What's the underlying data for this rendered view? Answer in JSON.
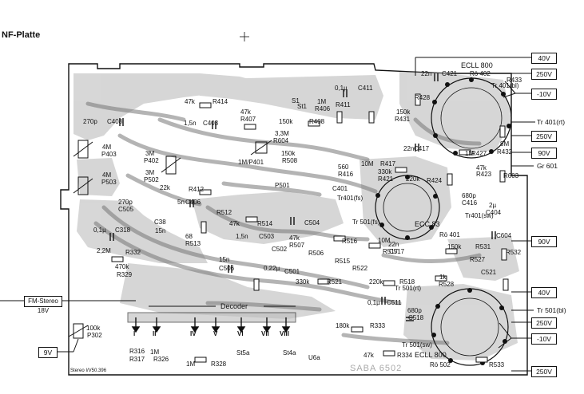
{
  "title": "NF-Platte",
  "board_id": "Stereo I/V50.396",
  "brand": "SABA 6502",
  "supply_labels": {
    "v40_top": "40V",
    "v250_top": "250V",
    "neg10_top": "-10V",
    "tr401rt": "Tr 401(rt)",
    "v250_mid": "250V",
    "v90_top": "90V",
    "gr601": "Gr 601",
    "v90_mid": "90V",
    "v40_mid": "40V",
    "tr501bl": "Tr 501(bl)",
    "v250_low": "250V",
    "neg10_low": "-10V",
    "v250_bottom": "250V",
    "fm_stereo": "FM-Stereo 18V",
    "v9": "9V"
  },
  "tubes": {
    "ecll800_top": "ECLL 800",
    "ro402": "Rö 402",
    "ecc83": "ECC 83",
    "ro401": "Rö 401",
    "ecll800_bottom": "ECLL 800",
    "ro502": "Rö 502"
  },
  "decoder": {
    "label": "Decoder",
    "pins": [
      "I",
      "II",
      "IV",
      "V",
      "VI",
      "VII",
      "VIII"
    ]
  },
  "signals": {
    "st5a": "St5a",
    "st4a": "St4a",
    "u6a": "U6a"
  },
  "components": [
    {
      "id": "c408",
      "text": "C408"
    },
    {
      "id": "v270p",
      "text": "270p"
    },
    {
      "id": "r414v",
      "text": "47k"
    },
    {
      "id": "r414",
      "text": "R414"
    },
    {
      "id": "r407v",
      "text": "47k"
    },
    {
      "id": "r407",
      "text": "R407"
    },
    {
      "id": "c403v",
      "text": "1,5n"
    },
    {
      "id": "c403",
      "text": "C403"
    },
    {
      "id": "st1",
      "text": "St1"
    },
    {
      "id": "s1",
      "text": "S1"
    },
    {
      "id": "r406v",
      "text": "1M"
    },
    {
      "id": "r406",
      "text": "R406"
    },
    {
      "id": "r408v",
      "text": "150k"
    },
    {
      "id": "r408",
      "text": "R408"
    },
    {
      "id": "c411v",
      "text": "0,1µ"
    },
    {
      "id": "c411",
      "text": "C411"
    },
    {
      "id": "r411",
      "text": "R411"
    },
    {
      "id": "r431v",
      "text": "150k"
    },
    {
      "id": "r431",
      "text": "R431"
    },
    {
      "id": "r428",
      "text": "R428"
    },
    {
      "id": "c421v",
      "text": "22n"
    },
    {
      "id": "c421",
      "text": "C421"
    },
    {
      "id": "r433",
      "text": "R433"
    },
    {
      "id": "tr401bl",
      "text": "Tr 401(bl)"
    },
    {
      "id": "p403v",
      "text": "4M"
    },
    {
      "id": "p403",
      "text": "P403"
    },
    {
      "id": "p402v",
      "text": "3M"
    },
    {
      "id": "p402",
      "text": "P402"
    },
    {
      "id": "r604v",
      "text": "3,3M"
    },
    {
      "id": "r604",
      "text": "R604"
    },
    {
      "id": "p401",
      "text": "1M/P401"
    },
    {
      "id": "r508v",
      "text": "150k"
    },
    {
      "id": "r508",
      "text": "R508"
    },
    {
      "id": "r427v",
      "text": "1M"
    },
    {
      "id": "r427",
      "text": "R427"
    },
    {
      "id": "r432v",
      "text": "8M"
    },
    {
      "id": "r432",
      "text": "R432"
    },
    {
      "id": "c417v",
      "text": "22n"
    },
    {
      "id": "c417",
      "text": "C417"
    },
    {
      "id": "r417v",
      "text": "10M"
    },
    {
      "id": "r417",
      "text": "R417"
    },
    {
      "id": "r416v",
      "text": "560"
    },
    {
      "id": "r416",
      "text": "R416"
    },
    {
      "id": "r421v",
      "text": "330k"
    },
    {
      "id": "r421",
      "text": "R421"
    },
    {
      "id": "r424v",
      "text": "220k"
    },
    {
      "id": "r424",
      "text": "R424"
    },
    {
      "id": "r423v",
      "text": "47k"
    },
    {
      "id": "r423",
      "text": "R423"
    },
    {
      "id": "r603",
      "text": "R603"
    },
    {
      "id": "p503v",
      "text": "4M"
    },
    {
      "id": "p503",
      "text": "P503"
    },
    {
      "id": "p502v",
      "text": "3M"
    },
    {
      "id": "p502",
      "text": "P502"
    },
    {
      "id": "r412v",
      "text": "22k"
    },
    {
      "id": "r412",
      "text": "R412"
    },
    {
      "id": "p501",
      "text": "P501"
    },
    {
      "id": "c401",
      "text": "C401"
    },
    {
      "id": "tr401fs",
      "text": "Tr401(fs)"
    },
    {
      "id": "c416v",
      "text": "680p"
    },
    {
      "id": "c416",
      "text": "C416"
    },
    {
      "id": "tr401sw",
      "text": "Tr401(sw)"
    },
    {
      "id": "c406v",
      "text": "5n"
    },
    {
      "id": "c406",
      "text": "C406"
    },
    {
      "id": "c505v",
      "text": "270p"
    },
    {
      "id": "c505",
      "text": "C505"
    },
    {
      "id": "c38",
      "text": "C38"
    },
    {
      "id": "v15n",
      "text": "15n"
    },
    {
      "id": "r512",
      "text": "R512"
    },
    {
      "id": "r514v",
      "text": "47k"
    },
    {
      "id": "r514",
      "text": "R514"
    },
    {
      "id": "c504",
      "text": "C504"
    },
    {
      "id": "tr501fs",
      "text": "Tr 501(fs)"
    },
    {
      "id": "c404v",
      "text": "2µ"
    },
    {
      "id": "c404",
      "text": "C404"
    },
    {
      "id": "c604",
      "text": "C604"
    },
    {
      "id": "c318v",
      "text": "0,1µ"
    },
    {
      "id": "c318",
      "text": "C318"
    },
    {
      "id": "r513v",
      "text": "68"
    },
    {
      "id": "r513",
      "text": "R513"
    },
    {
      "id": "c503v",
      "text": "1,5n"
    },
    {
      "id": "c503",
      "text": "C503"
    },
    {
      "id": "r507v",
      "text": "47k"
    },
    {
      "id": "r507",
      "text": "R507"
    },
    {
      "id": "r516",
      "text": "R516"
    },
    {
      "id": "r510v",
      "text": "10M"
    },
    {
      "id": "r517",
      "text": "R517"
    },
    {
      "id": "c517v",
      "text": "22n"
    },
    {
      "id": "c517",
      "text": "C517"
    },
    {
      "id": "r531v",
      "text": "150k"
    },
    {
      "id": "r531",
      "text": "R531"
    },
    {
      "id": "r532",
      "text": "R532"
    },
    {
      "id": "r332v",
      "text": "2,2M"
    },
    {
      "id": "r332",
      "text": "R332"
    },
    {
      "id": "r329v",
      "text": "470k"
    },
    {
      "id": "r329",
      "text": "R329"
    },
    {
      "id": "c502",
      "text": "C502"
    },
    {
      "id": "r506",
      "text": "R506"
    },
    {
      "id": "r515",
      "text": "R515"
    },
    {
      "id": "r522",
      "text": "R522"
    },
    {
      "id": "r527",
      "text": "R527"
    },
    {
      "id": "c506v",
      "text": "15n"
    },
    {
      "id": "c506",
      "text": "C506"
    },
    {
      "id": "c501v",
      "text": "0,22µ"
    },
    {
      "id": "c501",
      "text": "C501"
    },
    {
      "id": "r521v",
      "text": "330k"
    },
    {
      "id": "r521",
      "text": "R521"
    },
    {
      "id": "r518v",
      "text": "220k"
    },
    {
      "id": "r518",
      "text": "R518"
    },
    {
      "id": "tr501rt",
      "text": "Tr 501(rt)"
    },
    {
      "id": "r528v",
      "text": "1k"
    },
    {
      "id": "r528",
      "text": "R528"
    },
    {
      "id": "c521",
      "text": "C521"
    },
    {
      "id": "c511v",
      "text": "0,1µ"
    },
    {
      "id": "c511",
      "text": "C511"
    },
    {
      "id": "c518v",
      "text": "680p"
    },
    {
      "id": "c518",
      "text": "C518"
    },
    {
      "id": "p302v",
      "text": "100k"
    },
    {
      "id": "p302",
      "text": "P302"
    },
    {
      "id": "r316",
      "text": "R316"
    },
    {
      "id": "r317",
      "text": "R317"
    },
    {
      "id": "r326v",
      "text": "1M"
    },
    {
      "id": "r326",
      "text": "R326"
    },
    {
      "id": "r328v",
      "text": "1M"
    },
    {
      "id": "r328",
      "text": "R328"
    },
    {
      "id": "r333v",
      "text": "180k"
    },
    {
      "id": "r333",
      "text": "R333"
    },
    {
      "id": "r334v",
      "text": "47k"
    },
    {
      "id": "r334",
      "text": "R334"
    },
    {
      "id": "tr501sw",
      "text": "Tr 501(sw)"
    },
    {
      "id": "r533",
      "text": "R533"
    }
  ]
}
